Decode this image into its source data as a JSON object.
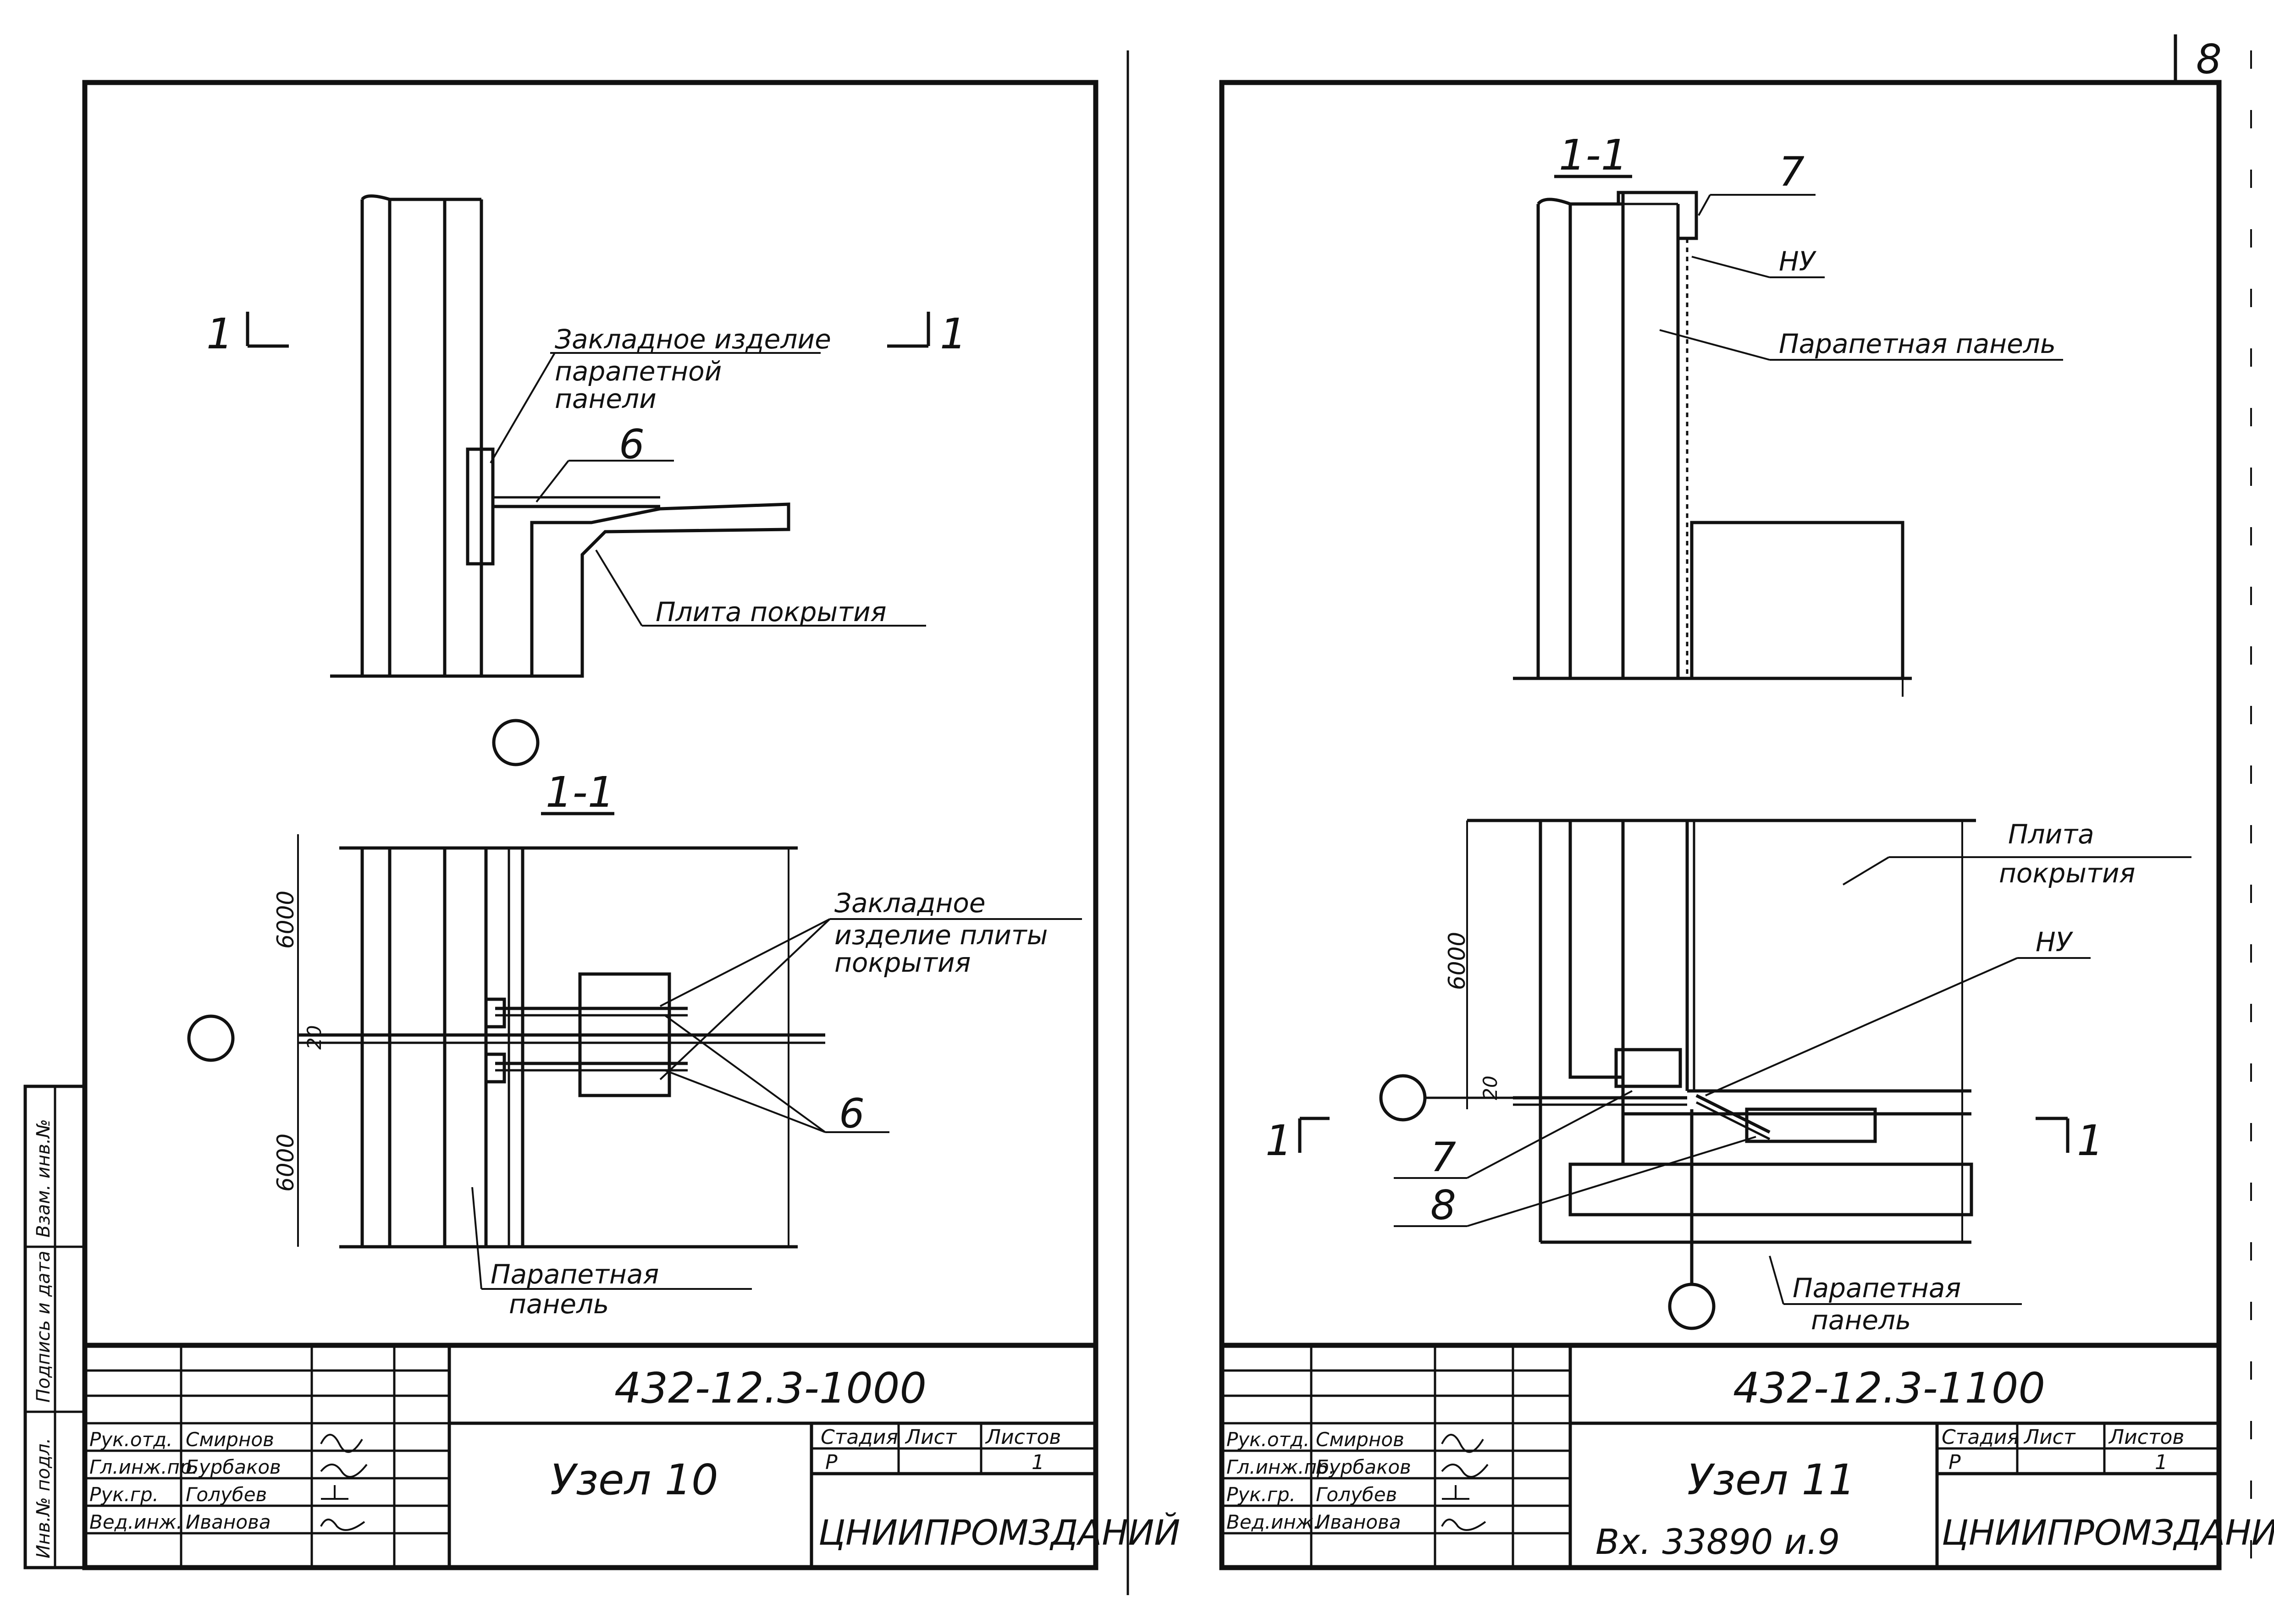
{
  "page_number": "8",
  "sheet_left": {
    "node_code": "432-12.3-1000",
    "node_title": "Узел 10",
    "organization": "ЦНИИПРОМЗДАНИЙ",
    "stage_header": "Стадия",
    "sheet_header": "Лист",
    "sheets_header": "Листов",
    "stage_value": "Р",
    "sheets_value": "1",
    "roles": [
      "Рук.отд.",
      "Гл.инж.пр.",
      "Рук.гр.",
      "Вед.инж."
    ],
    "names": [
      "Смирнов",
      "Бурбаков",
      "Голубев",
      "Иванова"
    ],
    "elevation": {
      "section_mark": "1",
      "label_embedded": [
        "Закладное изделие",
        "парапетной",
        "панели"
      ],
      "label_6": "6",
      "label_slab": "Плита покрытия"
    },
    "plan": {
      "section_title": "1-1",
      "dim_top": "6000",
      "dim_bottom": "6000",
      "dim_gap": "20",
      "label_embedded": [
        "Закладное",
        "изделие плиты",
        "покрытия"
      ],
      "label_6": "6",
      "label_panel": [
        "Парапетная",
        "панель"
      ]
    }
  },
  "sheet_right": {
    "node_code": "432-12.3-1100",
    "node_title": "Узел 11",
    "organization": "ЦНИИПРОМЗДАНИЙ",
    "stage_header": "Стадия",
    "sheet_header": "Лист",
    "sheets_header": "Листов",
    "stage_value": "Р",
    "sheets_value": "1",
    "inventory": "Вх. 33890 и.9",
    "roles": [
      "Рук.отд.",
      "Гл.инж.пр.",
      "Рук.гр.",
      "Вед.инж."
    ],
    "names": [
      "Смирнов",
      "Бурбаков",
      "Голубев",
      "Иванова"
    ],
    "elevation": {
      "section_title": "1-1",
      "label_7": "7",
      "label_nu": "НУ",
      "label_panel": "Парапетная панель"
    },
    "plan": {
      "section_mark": "1",
      "dim_top": "6000",
      "dim_gap": "20",
      "label_slab": [
        "Плита",
        "покрытия"
      ],
      "label_nu": "НУ",
      "label_7": "7",
      "label_8": "8",
      "label_panel": [
        "Парапетная",
        "панель"
      ]
    }
  },
  "side_stamp": [
    "Инв.№ подл.",
    "Подпись и дата",
    "Взам. инв.№"
  ]
}
